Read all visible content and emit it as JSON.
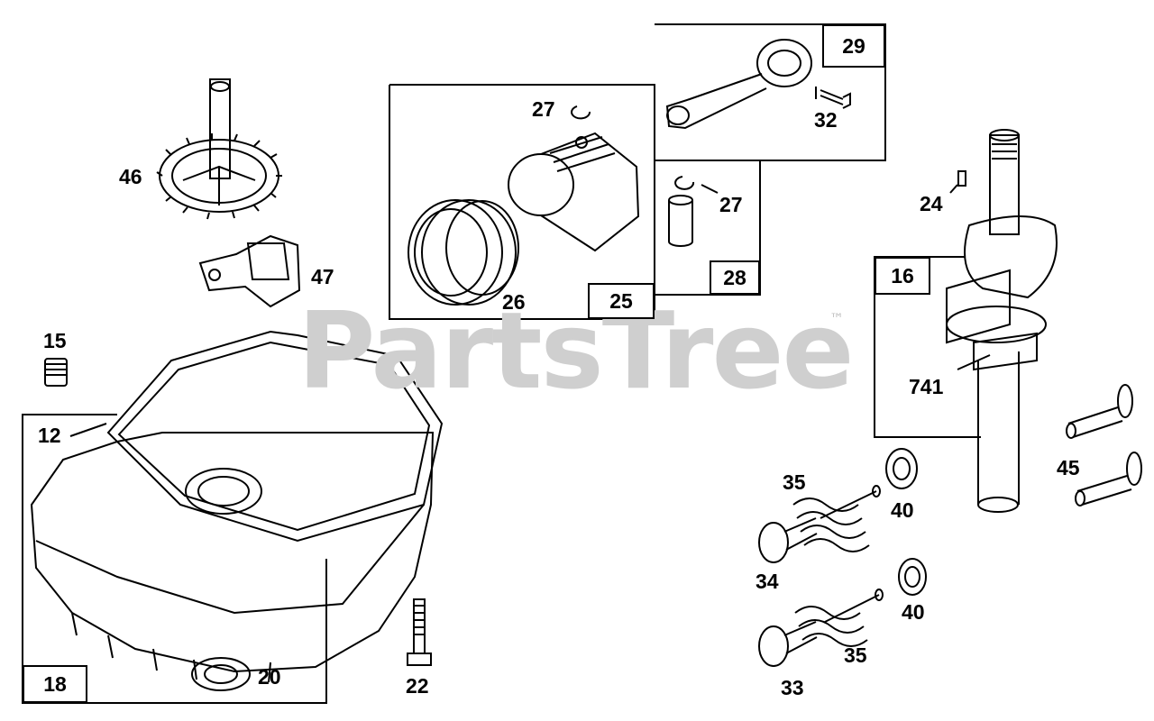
{
  "watermark": {
    "text": "PartsTree",
    "tm": "™"
  },
  "groups": {
    "g25": "25",
    "g28": "28",
    "g29": "29",
    "g16": "16",
    "g18": "18"
  },
  "callouts": {
    "c46": "46",
    "c47": "47",
    "c15": "15",
    "c12": "12",
    "c27a": "27",
    "c26": "26",
    "c27b": "27",
    "c32": "32",
    "c24": "24",
    "c741": "741",
    "c45": "45",
    "c35a": "35",
    "c40a": "40",
    "c34": "34",
    "c40b": "40",
    "c35b": "35",
    "c33": "33",
    "c20": "20",
    "c22": "22"
  }
}
